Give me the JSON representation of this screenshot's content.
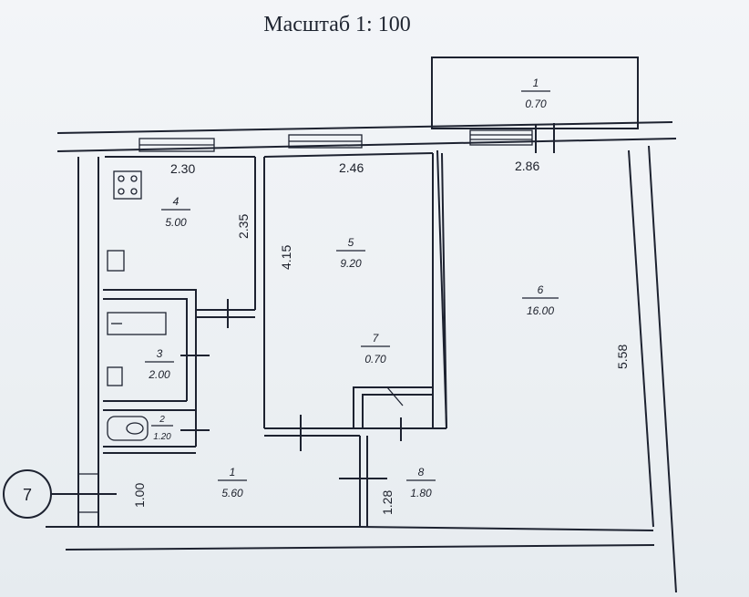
{
  "title": "Масштаб 1: 100",
  "dimensions": {
    "kitchen_width": "2.30",
    "kitchen_depth": "2.35",
    "room5_width": "2.46",
    "room5_depth": "4.15",
    "room6_width": "2.86",
    "room6_depth": "5.58",
    "hall_depth": "1.00",
    "corridor_depth": "1.28"
  },
  "rooms": [
    {
      "number": "1",
      "area": "0.70"
    },
    {
      "number": "4",
      "area": "5.00"
    },
    {
      "number": "5",
      "area": "9.20"
    },
    {
      "number": "6",
      "area": "16.00"
    },
    {
      "number": "7",
      "area": "0.70"
    },
    {
      "number": "3",
      "area": "2.00"
    },
    {
      "number": "2",
      "area": "1.20"
    },
    {
      "number": "1",
      "area": "5.60"
    },
    {
      "number": "8",
      "area": "1.80"
    }
  ],
  "entrance_marker": "7"
}
